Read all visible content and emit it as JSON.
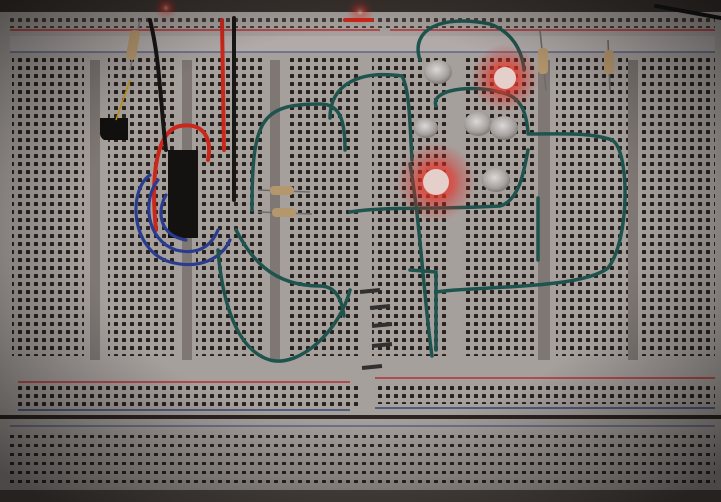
{
  "colors": {
    "board": "#bdb7b5",
    "hole": "#26201c",
    "rail_red": "#c8323a",
    "rail_blue": "#3a4a86",
    "wire_teal": "#1e5a56",
    "wire_blue": "#253f93",
    "wire_red": "#e02a1e",
    "wire_black": "#1a1a1a",
    "chip": "#111111",
    "led_glow": "#ff2a22"
  },
  "icons": [
    "breadboard",
    "ic-chip",
    "led",
    "resistor",
    "diode",
    "transistor",
    "jumper-wire"
  ]
}
